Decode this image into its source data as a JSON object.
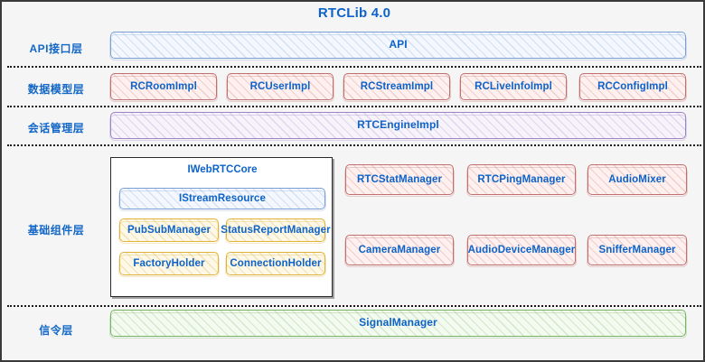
{
  "title": "RTCLib 4.0",
  "layers": [
    {
      "id": "api",
      "label": "API接口层"
    },
    {
      "id": "model",
      "label": "数据模型层"
    },
    {
      "id": "session",
      "label": "会话管理层"
    },
    {
      "id": "foundation",
      "label": "基础组件层"
    },
    {
      "id": "signal",
      "label": "信令层"
    }
  ],
  "api_layer": {
    "box": "API"
  },
  "model_layer": {
    "boxes": [
      "RCRoomImpl",
      "RCUserImpl",
      "RCStreamImpl",
      "RCLiveInfoImpl",
      "RCConfigImpl"
    ]
  },
  "session_layer": {
    "box": "RTCEngineImpl"
  },
  "foundation_layer": {
    "core_group": {
      "title": "IWebRTCCore",
      "stream_resource": "IStreamResource",
      "managers": [
        "PubSubManager",
        "StatusReportManager",
        "FactoryHolder",
        "ConnectionHolder"
      ]
    },
    "components": [
      "RTCStatManager",
      "RTCPingManager",
      "AudioMixer",
      "CameraManager",
      "AudioDeviceManager",
      "SnifferManager"
    ]
  },
  "signal_layer": {
    "box": "SignalManager"
  },
  "colors": {
    "text_blue": "#0d63c9",
    "api_border": "#7b9fd4",
    "model_border": "#c0706e",
    "session_border": "#9d85c4",
    "holder_border": "#e0b43c",
    "signal_border": "#79b464",
    "background": "#f5f5f5",
    "frame": "#3a3a3a"
  }
}
